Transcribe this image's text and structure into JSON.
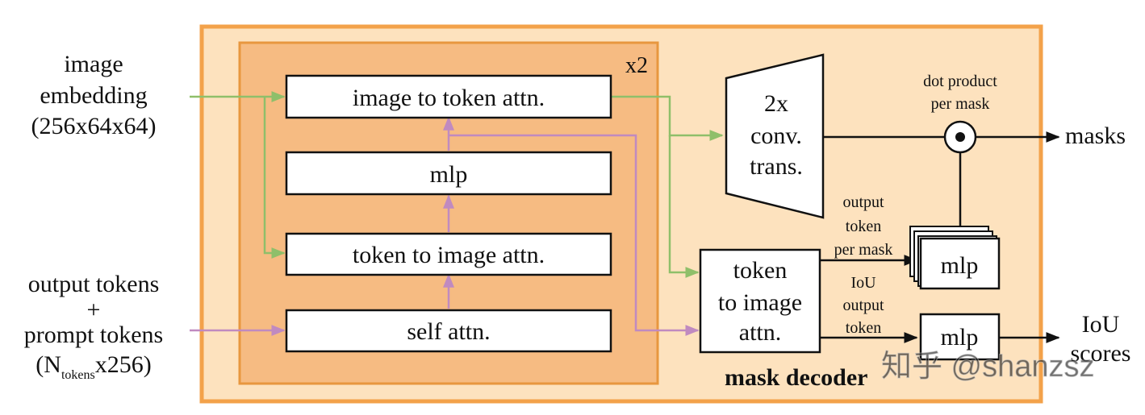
{
  "inputs": {
    "image_embedding": [
      "image",
      "embedding",
      "(256x64x64)"
    ],
    "output_tokens": [
      "output tokens",
      "+",
      "prompt tokens"
    ],
    "n_tokens": {
      "open": "(N",
      "subscript": "tokens",
      "close": "x256)"
    }
  },
  "repeat_label": "x2",
  "blocks": {
    "image_to_token": "image to token attn.",
    "mlp": "mlp",
    "token_to_image": "token to image attn.",
    "self_attn": "self attn."
  },
  "conv_trans": [
    "2x",
    "conv.",
    "trans."
  ],
  "final_attn": [
    "token",
    "to image",
    "attn."
  ],
  "dot_product": [
    "dot product",
    "per mask"
  ],
  "outputs": {
    "masks": "masks",
    "iou_scores": [
      "IoU",
      "scores"
    ]
  },
  "output_token_per_mask": [
    "output",
    "token",
    "per mask"
  ],
  "iou_output_token": [
    "IoU",
    "output",
    "token"
  ],
  "mlp_mask": "mlp",
  "mlp_iou": "mlp",
  "decoder_title": "mask decoder",
  "watermark": "知乎 @shanzsz",
  "colors": {
    "outer_fill": "#fde2be",
    "outer_border": "#f3a24a",
    "inner_fill": "#f6bb82",
    "inner_border": "#e8973f",
    "green_arrow": "#8fbf6a",
    "purple_arrow": "#c08ac0",
    "black": "#111111"
  }
}
